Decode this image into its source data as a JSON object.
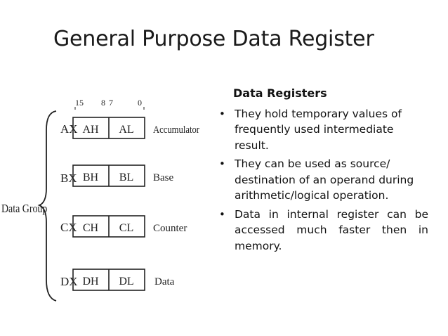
{
  "slide": {
    "title": "General Purpose Data Register"
  },
  "diagram": {
    "group_label": "Data Group",
    "bit_labels": {
      "b15": "15",
      "b8": "8",
      "b7": "7",
      "b0": "0"
    },
    "registers": [
      {
        "name": "AX",
        "high": "AH",
        "low": "AL",
        "role": "Accumulator"
      },
      {
        "name": "BX",
        "high": "BH",
        "low": "BL",
        "role": "Base"
      },
      {
        "name": "CX",
        "high": "CH",
        "low": "CL",
        "role": "Counter"
      },
      {
        "name": "DX",
        "high": "DH",
        "low": "DL",
        "role": "Data"
      }
    ]
  },
  "content": {
    "heading": "Data Registers",
    "bullets": [
      "They hold temporary values of frequently used intermediate result.",
      "They can be used as source/ destination of an operand during arithmetic/logical operation.",
      "Data in internal register can be accessed much faster then in memory."
    ]
  }
}
